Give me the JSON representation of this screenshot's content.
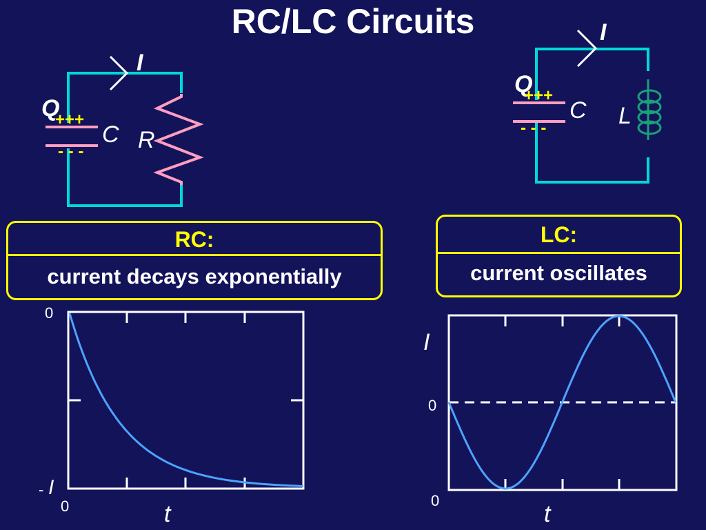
{
  "slide": {
    "title": "RC/LC Circuits"
  },
  "colors": {
    "background": "#13135a",
    "wire": "#00d8d8",
    "resistor": "#ff9ec0",
    "capacitor": "#ff9ec0",
    "inductor": "#1aa07a",
    "charge": "#ffff00",
    "curve": "#4da3ff",
    "box_border": "#ffff00"
  },
  "rc_circuit": {
    "current_label": "I",
    "charge_label": "Q",
    "plus_label": "+++",
    "minus_label": "- - -",
    "capacitor_label": "C",
    "resistor_label": "R"
  },
  "lc_circuit": {
    "current_label": "I",
    "charge_label": "Q",
    "plus_label": "+++",
    "minus_label": "- - -",
    "capacitor_label": "C",
    "inductor_label": "L"
  },
  "rc_box": {
    "heading": "RC:",
    "text": "current decays exponentially"
  },
  "lc_box": {
    "heading": "LC:",
    "text": "current oscillates"
  },
  "rc_plot": {
    "y_top_label": "0",
    "y_bottom_prefix": "-",
    "y_bottom_symbol": "I",
    "x_origin_label": "0",
    "x_label": "t"
  },
  "lc_plot": {
    "y_symbol": "I",
    "y_mid_label": "0",
    "x_origin_label": "0",
    "x_label": "t"
  },
  "chart_data": [
    {
      "type": "line",
      "xlabel": "t",
      "series": [
        {
          "function": "exponential decay of current magnitude toward -I... curve starts at 0 and approaches -I"
        }
      ]
    },
    {
      "type": "line",
      "xlabel": "t",
      "series": [
        {
          "function": "sinusoidal oscillation about 0 (starts at 0, dips to minimum, rises to maximum)"
        }
      ]
    }
  ]
}
